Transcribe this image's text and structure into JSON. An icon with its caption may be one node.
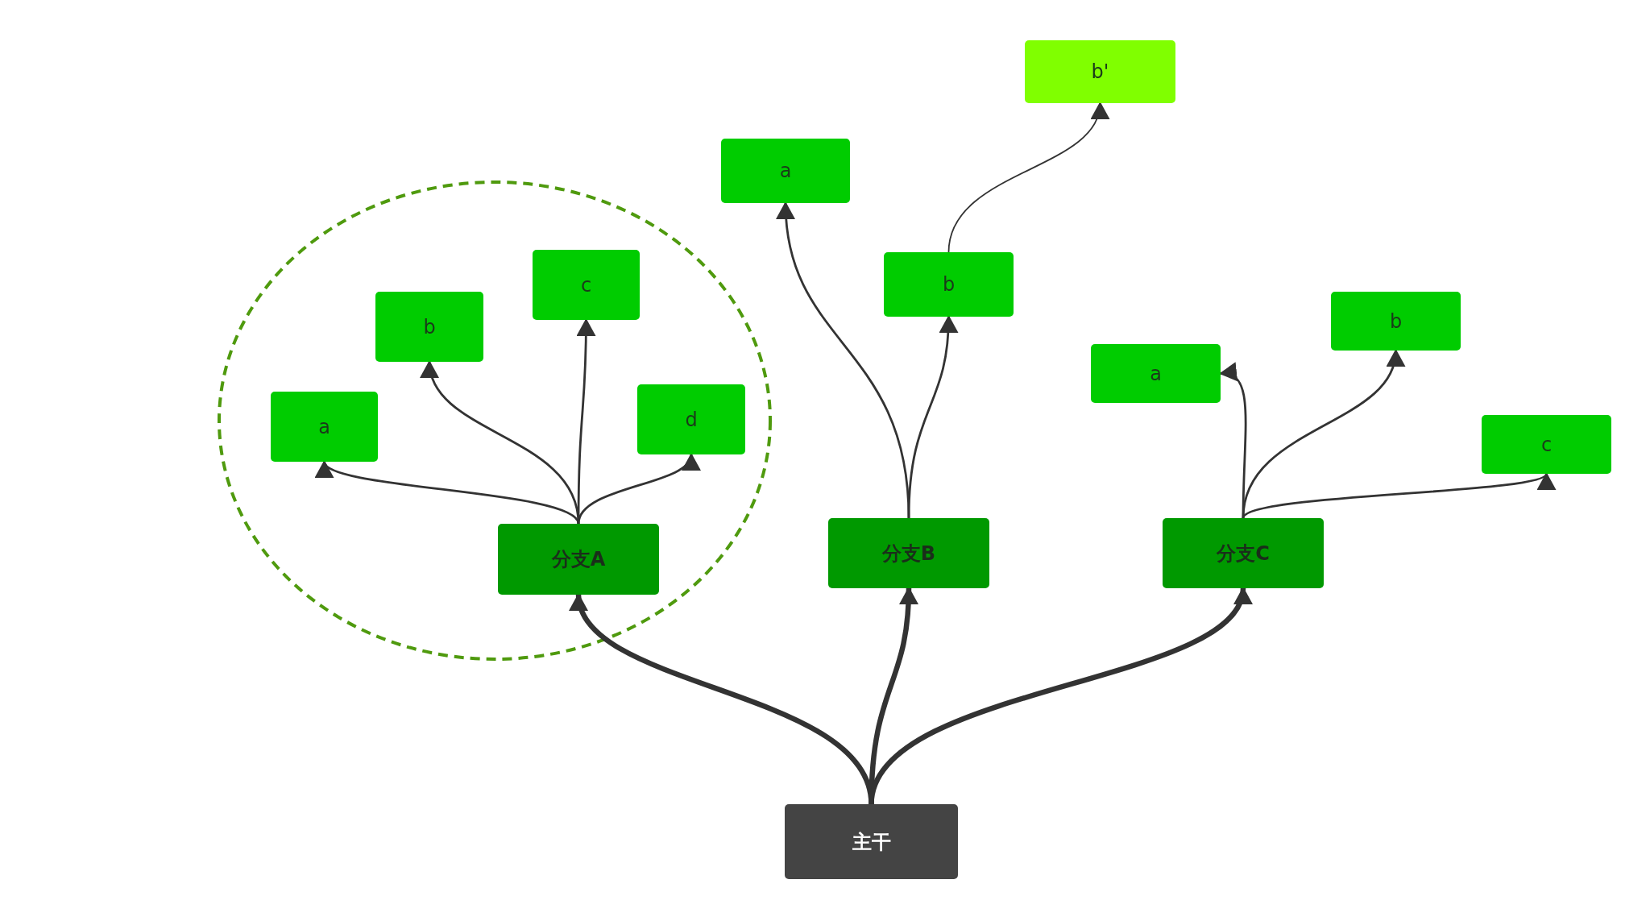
{
  "diagram": {
    "nodes": [
      {
        "text": [
          "主干"
        ]
      },
      {
        "text": [
          "分支A"
        ]
      },
      {
        "text": [
          "分支B"
        ]
      },
      {
        "text": [
          "分支C"
        ]
      },
      {
        "text": [
          "a"
        ]
      },
      {
        "text": [
          "b"
        ]
      },
      {
        "text": [
          "c"
        ]
      },
      {
        "text": [
          "d"
        ]
      },
      {
        "text": [
          "a"
        ]
      },
      {
        "text": [
          "b"
        ]
      },
      {
        "text": [
          "b'"
        ]
      },
      {
        "text": [
          "a"
        ]
      },
      {
        "text": [
          "b"
        ]
      },
      {
        "text": [
          "c"
        ]
      }
    ],
    "edges": [
      {
        "from": 0,
        "to": 1,
        "arrow": "to",
        "style": "thick"
      },
      {
        "from": 0,
        "to": 2,
        "arrow": "to",
        "style": "thick"
      },
      {
        "from": 0,
        "to": 3,
        "arrow": "to",
        "style": "thick"
      },
      {
        "from": 1,
        "to": 4,
        "arrow": "to"
      },
      {
        "from": 1,
        "to": 5,
        "arrow": "to"
      },
      {
        "from": 1,
        "to": 6,
        "arrow": "to"
      },
      {
        "from": 1,
        "to": 7,
        "arrow": "to"
      },
      {
        "from": 2,
        "to": 8,
        "arrow": "to"
      },
      {
        "from": 2,
        "to": 9,
        "arrow": "to"
      },
      {
        "from": 9,
        "to": 10,
        "arrow": "to"
      },
      {
        "from": 3,
        "to": 11,
        "arrow": "to"
      },
      {
        "from": 3,
        "to": 12,
        "arrow": "to"
      },
      {
        "from": 3,
        "to": 13,
        "arrow": "to"
      }
    ]
  }
}
